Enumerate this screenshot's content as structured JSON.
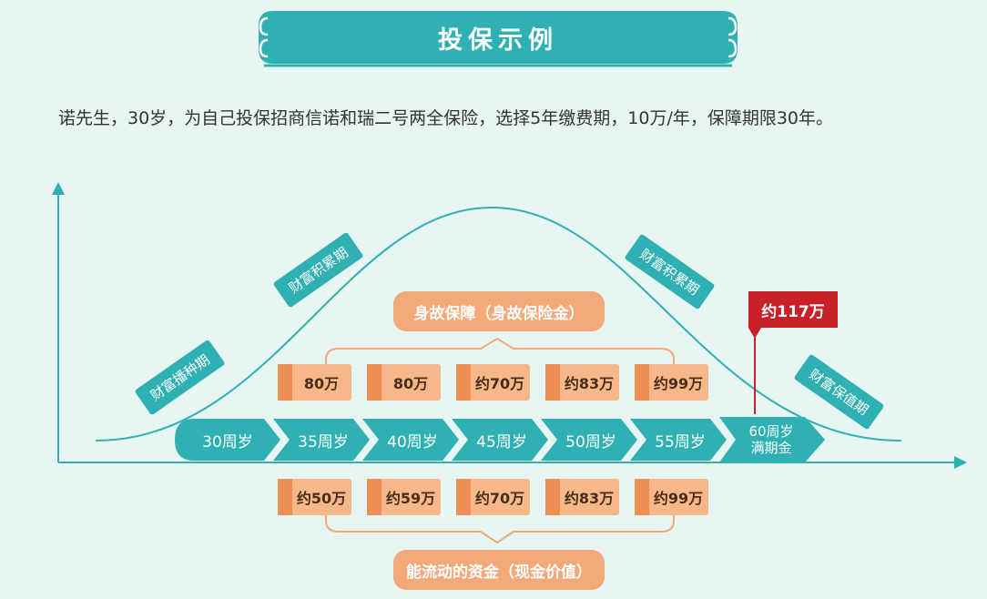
{
  "title": "投保示例",
  "intro": "诺先生，30岁，为自己投保招商信诺和瑞二号两全保险，选择5年缴费期，10万/年，保障期限30年。",
  "phases": [
    "财富播种期",
    "财富积累期",
    "财富积累期",
    "财富保值期"
  ],
  "death_benefit_label": "身故保障（身故保险金）",
  "cash_value_label": "能流动的资金（现金价值）",
  "ages": [
    "30周岁",
    "35周岁",
    "40周岁",
    "45周岁",
    "50周岁",
    "55周岁"
  ],
  "maturity": {
    "age": "60周岁",
    "label": "满期金",
    "amount": "约117万"
  },
  "death_benefits": [
    "80万",
    "80万",
    "约70万",
    "约83万",
    "约99万"
  ],
  "cash_values": [
    "约50万",
    "约59万",
    "约70万",
    "约83万",
    "约99万"
  ],
  "colors": {
    "teal": "#2fb0b3",
    "orange": "#f3a979",
    "red": "#c9202a"
  }
}
